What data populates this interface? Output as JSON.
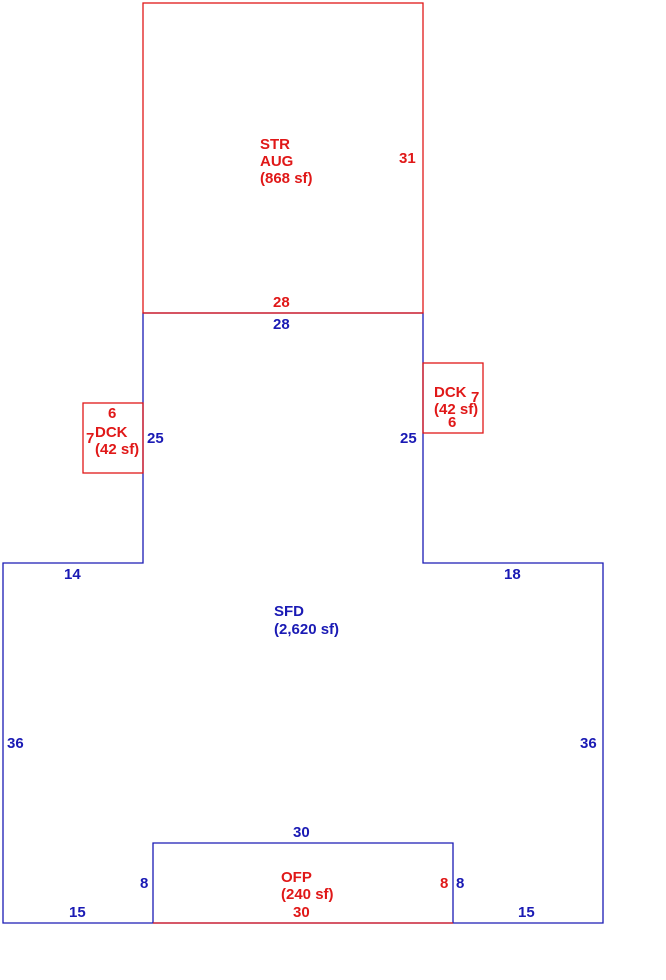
{
  "colors": {
    "addition": "#e01818",
    "main": "#1a1ab4",
    "background": "#ffffff"
  },
  "areas": {
    "str": {
      "code": "STR",
      "sub": "AUG",
      "area": "(868 sf)"
    },
    "sfd": {
      "code": "SFD",
      "area": "(2,620 sf)"
    },
    "dck_left": {
      "code": "DCK",
      "area": "(42 sf)"
    },
    "dck_right": {
      "code": "DCK",
      "area": "(42 sf)"
    },
    "ofp": {
      "code": "OFP",
      "area": "(240 sf)"
    }
  },
  "dims": {
    "str_right": "31",
    "str_bottom": "28",
    "sfd_top": "28",
    "sfd_wing_left": "25",
    "sfd_wing_right": "25",
    "sfd_step_left": "14",
    "sfd_step_right": "18",
    "sfd_side_left": "36",
    "sfd_side_right": "36",
    "sfd_bottom_left": "15",
    "sfd_bottom_right": "15",
    "ofp_top": "30",
    "ofp_bottom": "30",
    "ofp_left": "8",
    "ofp_right_red": "8",
    "ofp_right_blue": "8",
    "dck_left_top": "6",
    "dck_left_side": "7",
    "dck_right_side": "7",
    "dck_right_bottom": "6"
  }
}
